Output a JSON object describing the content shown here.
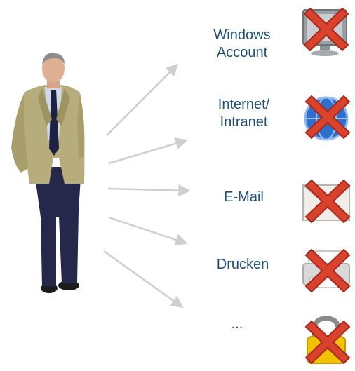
{
  "items": [
    {
      "label_lines": [
        "Windows",
        "Account"
      ],
      "icon": "monitor-icon"
    },
    {
      "label_lines": [
        "Internet/",
        "Intranet"
      ],
      "icon": "globe-icon"
    },
    {
      "label_lines": [
        "E-Mail"
      ],
      "icon": "envelope-icon"
    },
    {
      "label_lines": [
        "Drucken"
      ],
      "icon": "printer-icon"
    },
    {
      "label_lines": [
        "..."
      ],
      "icon": "lock-icon"
    }
  ],
  "overlay_icon": "red-x-icon",
  "colors": {
    "label": "#1f4e79",
    "arrow": "#cfcfcf",
    "cross": "#d9432d",
    "cross_dark": "#a9281a",
    "suit": "#b7ad7c",
    "pants": "#25284b"
  }
}
